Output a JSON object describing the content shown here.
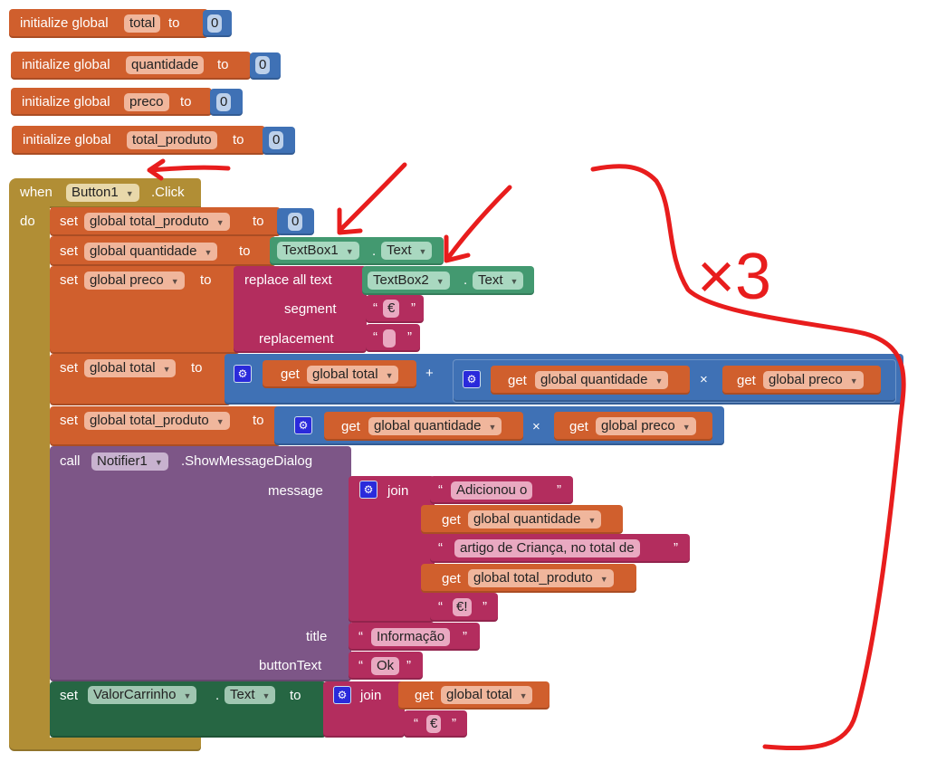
{
  "globals": [
    {
      "label": "initialize global",
      "name": "total",
      "to": "to",
      "value": "0"
    },
    {
      "label": "initialize global",
      "name": "quantidade",
      "to": "to",
      "value": "0"
    },
    {
      "label": "initialize global",
      "name": "preco",
      "to": "to",
      "value": "0"
    },
    {
      "label": "initialize global",
      "name": "total_produto",
      "to": "to",
      "value": "0"
    }
  ],
  "event": {
    "when": "when",
    "component": "Button1",
    "event": ".Click",
    "do": "do"
  },
  "kw": {
    "set": "set",
    "to": "to",
    "get": "get",
    "call": "call",
    "join": "join",
    "dot": ".",
    "plus": "+",
    "times": "×"
  },
  "s1": {
    "var": "global total_produto",
    "value": "0"
  },
  "s2": {
    "var": "global quantidade",
    "component": "TextBox1",
    "prop": "Text"
  },
  "s3": {
    "var": "global preco",
    "func": "replace all text",
    "component": "TextBox2",
    "prop": "Text",
    "segment_label": "segment",
    "segment": "€",
    "replacement_label": "replacement",
    "replacement": ""
  },
  "s4": {
    "var": "global total",
    "a": "global total",
    "b": "global quantidade",
    "c": "global preco"
  },
  "s5": {
    "var": "global total_produto",
    "a": "global quantidade",
    "b": "global preco"
  },
  "call": {
    "component": "Notifier1",
    "method": ".ShowMessageDialog",
    "message_label": "message",
    "title_label": "title",
    "title": "Informação",
    "button_label": "buttonText",
    "button": "Ok",
    "join": [
      "Adicionou o ",
      "global quantidade",
      " artigo de Criança, no total de ",
      "global total_produto",
      "€!"
    ]
  },
  "s6": {
    "component": "ValorCarrinho",
    "prop": "Text",
    "a": "global total",
    "b": "€"
  },
  "annotation": {
    "text": "×3"
  },
  "colors": {
    "event": "#b18e35",
    "variable": "#d05f2d",
    "math": "#3f71b5",
    "text": "#b32d5e",
    "component": "#439970",
    "call": "#7d5687",
    "setter": "#266643",
    "annotation": "#e81d1d"
  }
}
